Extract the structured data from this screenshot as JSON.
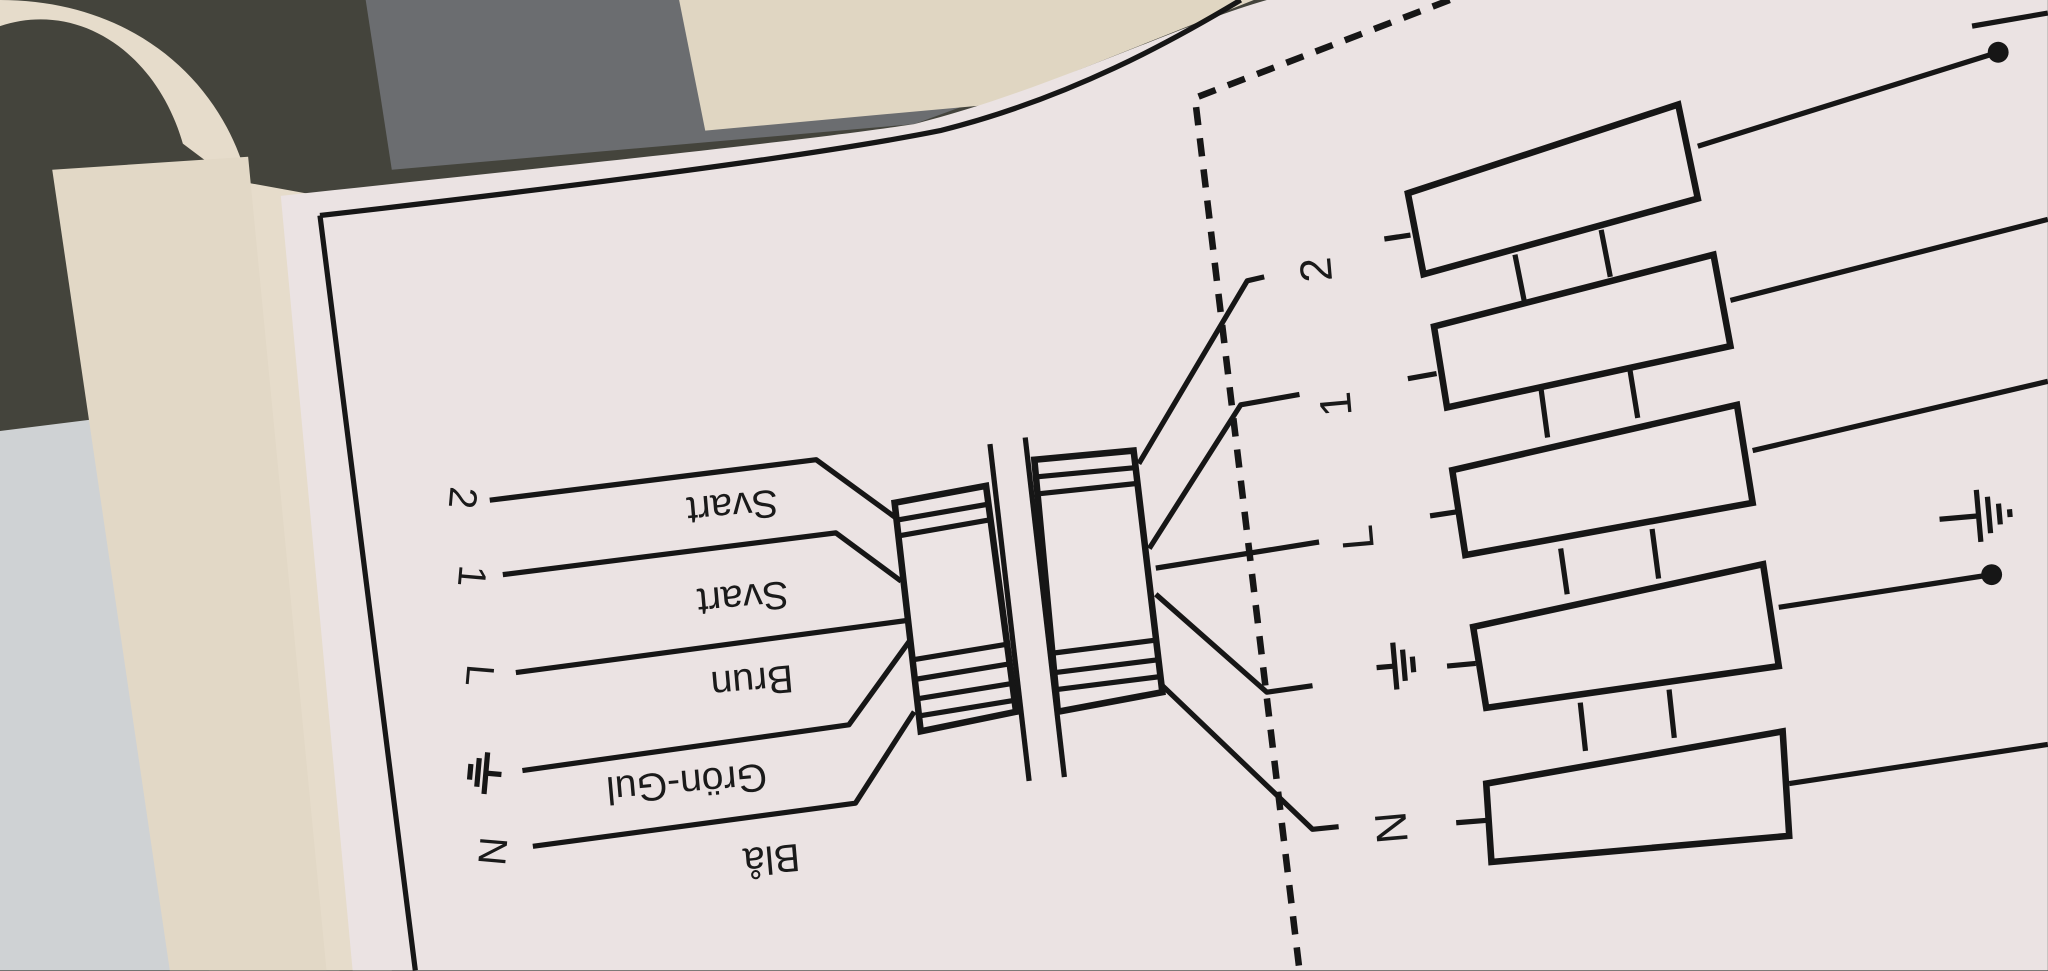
{
  "left_terminals": [
    "2",
    "1",
    "L",
    "earth",
    "N"
  ],
  "wire_colors": [
    "Svart",
    "Svart",
    "Brun",
    "Grön-Gul",
    "Blå"
  ],
  "right_terminals": [
    "2",
    "1",
    "L",
    "earth",
    "N"
  ],
  "colors": {
    "paper": "#ebe3e3",
    "ink": "#161616",
    "background": "#3a3a36",
    "cable": "#e6dccb"
  }
}
